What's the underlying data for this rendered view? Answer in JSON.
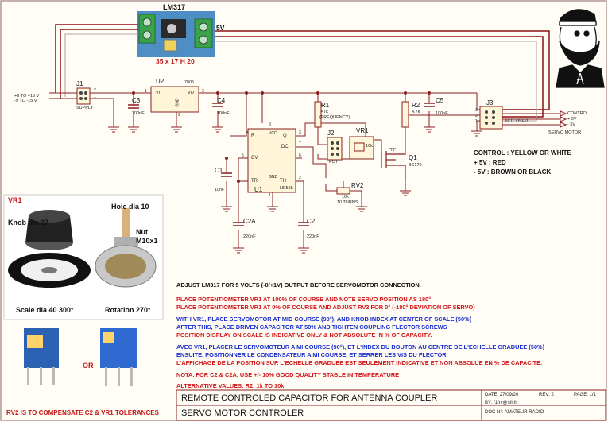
{
  "module": {
    "label": "LM317",
    "dimensions": "35 x 17 H 20",
    "output": "5V"
  },
  "j1": {
    "ref": "J1",
    "value": "SUPPLY",
    "input_plus": "+9 TO +15 V",
    "input_minus": "-9 TO -15 V",
    "pin_a": "2",
    "pin_b": "1"
  },
  "parts": {
    "c3": {
      "ref": "C3",
      "value": "100nF"
    },
    "u2": {
      "ref": "U2",
      "value": "7805",
      "pin_in": "VI",
      "pin_out": "VO",
      "pin_gnd": "GND",
      "pin1": "1",
      "pin2": "2",
      "pin3": "3"
    },
    "c4": {
      "ref": "C4",
      "value": "100nF"
    },
    "r1": {
      "ref": "R1",
      "value": "47k",
      "note": "(FREQUENCY)"
    },
    "u1": {
      "ref": "U1",
      "value": "NE555",
      "pin1": "1",
      "pin2": "2",
      "pin3": "3",
      "pin4": "4",
      "pin5": "5",
      "pin6": "6",
      "pin7": "7",
      "pin8": "8",
      "label_r": "R",
      "label_vcc": "VCC",
      "label_q": "Q",
      "label_dc": "DC",
      "label_cv": "CV",
      "label_tr": "TR",
      "label_th": "TH",
      "label_gnd": "GND"
    },
    "c1": {
      "ref": "C1",
      "value": "10nF"
    },
    "c2a": {
      "ref": "C2A",
      "value": "220nF"
    },
    "c2": {
      "ref": "C2",
      "value": "220nF"
    },
    "j2": {
      "ref": "J2",
      "value": "POT"
    },
    "vr1": {
      "ref": "VR1",
      "value": "10k"
    },
    "rv2": {
      "ref": "RV2",
      "value": "10k",
      "note": "10 TURNS"
    },
    "r2": {
      "ref": "R2",
      "value": "4.7k"
    },
    "c5": {
      "ref": "C5",
      "value": "100nF"
    },
    "q1": {
      "ref": "Q1",
      "type": "\"N\"",
      "value": "BS170"
    },
    "j3": {
      "ref": "J3",
      "pin1": "1",
      "pin2": "2",
      "pin3": "3",
      "note": "NOT USED"
    }
  },
  "servo": {
    "pin_control": "CONTROL",
    "pin_plus": "+ 5V",
    "pin_minus": "- 5V",
    "label": "SERVO MOTOR",
    "color_control": "CONTROL : YELLOW OR WHITE",
    "color_plus": "+ 5V : RED",
    "color_minus": "- 5V : BROWN OR BLACK"
  },
  "photo": {
    "title": "VR1",
    "knob": "Knob dia 27",
    "hole": "Hole dia 10",
    "nut": "Nut",
    "nut_thread": "M10x1",
    "scale": "Scale dia 40  300°",
    "rotation": "Rotation 270°",
    "or": "OR",
    "rv2_note": "RV2 IS TO COMPENSATE C2 & VR1 TOLERANCES"
  },
  "notes": {
    "adjust": "ADJUST LM317 FOR 5 VOLTS (-0/+1V) OUTPUT BEFORE SERVOMOTOR CONNECTION.",
    "red_1": "PLACE POTENTIOMETER VR1 AT 100% OF COURSE AND NOTE SERVO POSITION AS 180°",
    "red_2": "PLACE POTENTIOMETER VR1 AT 0% OF COURSE AND ADJUST RV2 FOR 0° (-180° DEVIATION OF SERVO)",
    "blue_1": "WITH VR1, PLACE SERVOMOTOR AT MID COURSE (90°), AND KNOB INDEX AT CENTER OF SCALE (50%)",
    "blue_2": "AFTER THIS, PLACE DRIVEN CAPACITOR AT 50% AND TIGHTEN COUPLING FLECTOR SCREWS",
    "red_3": "POSITION DISPLAY ON SCALE IS INDICATIVE ONLY & NOT ABSOLUTE IN % OF CAPACITY.",
    "blue_3": "AVEC VR1, PLACER  LE SERVOMOTEUR A MI COURSE (90°), ET L'INDEX DU BOUTON AU CENTRE DE L'ECHELLE GRADUEE (50%)",
    "blue_4": "ENSUITE, POSITIONNER LE CONDENSATEUR A MI COURSE, ET SERRER LES VIS DU FLECTOR",
    "red_4": "L'AFFICHAGE DE LA POSITION SUR L'ECHELLE GRADUEE EST SEULEMENT INDICATIVE ET NON ABSOLUE EN  % DE CAPACITE.",
    "capacitors": "NOTA. FOR C2 & C2A, USE +/- 10%  GOOD QUALITY  STABLE IN TEMPERATURE",
    "alternative": "ALTERNATIVE VALUES:  R2: 1k TO 10k"
  },
  "title_block": {
    "line1": "REMOTE CONTROLED CAPACITOR FOR ANTENNA COUPLER",
    "line2": "SERVO MOTOR CONTROLER",
    "date": "DATE: 27/09/20",
    "rev": "REV: 2",
    "page": "PAGE: 1/1",
    "by": "BY:  f1frv@sfr.fr",
    "doc": "DOC N°:  AMATEUR RADIO"
  }
}
